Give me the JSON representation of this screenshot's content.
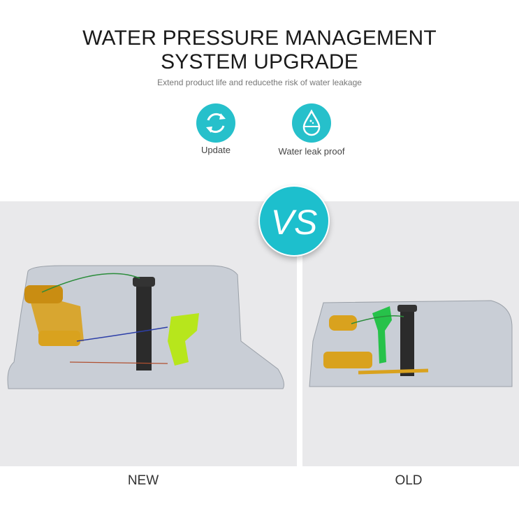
{
  "header": {
    "title_line1": "WATER PRESSURE MANAGEMENT",
    "title_line2": "SYSTEM UPGRADE",
    "subtitle": "Extend product life and reducethe risk of water leakage"
  },
  "features": [
    {
      "icon": "refresh-icon",
      "label": "Update"
    },
    {
      "icon": "water-drop-icon",
      "label": "Water leak proof"
    }
  ],
  "comparison": {
    "vs_label": "VS",
    "left_label": "NEW",
    "right_label": "OLD"
  },
  "colors": {
    "accent": "#1dbfcd",
    "brass": "#d9a21e",
    "green_valve": "#b7e61c",
    "panel": "#e9e9eb"
  }
}
